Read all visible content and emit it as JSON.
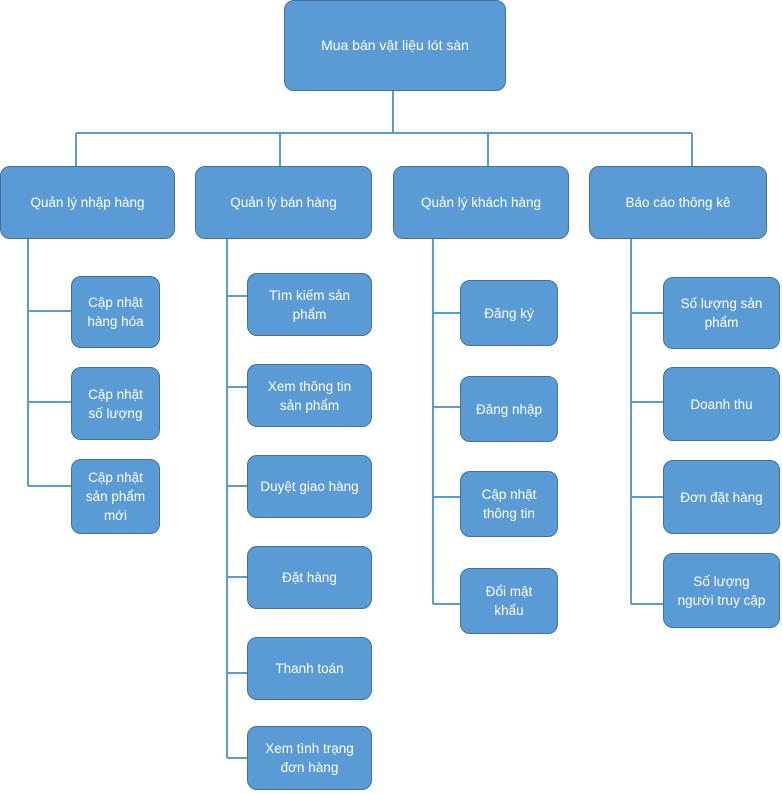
{
  "root": {
    "label": "Mua bán vật liệu lót sàn"
  },
  "branches": [
    {
      "label": "Quản lý nhập hàng",
      "children": [
        "Cập nhật\nhàng hóa",
        "Cập nhật\nsố lượng",
        "Cập nhật\nsản phẩm\nmới"
      ]
    },
    {
      "label": "Quản lý bán hàng",
      "children": [
        "Tìm kiếm sản\nphẩm",
        "Xem thông tin\nsản phẩm",
        "Duyệt giao hàng",
        "Đặt hàng",
        "Thanh toán",
        "Xem tình trạng\nđơn hàng"
      ]
    },
    {
      "label": "Quản lý khách hàng",
      "children": [
        "Đăng ký",
        "Đăng nhập",
        "Cập nhật\nthông tin",
        "Đổi mật\nkhẩu"
      ]
    },
    {
      "label": "Báo cáo thông kê",
      "children": [
        "Số lượng sản\nphẩm",
        "Doanh thu",
        "Đơn đặt hàng",
        "Số lượng\nngười truy cập"
      ]
    }
  ]
}
